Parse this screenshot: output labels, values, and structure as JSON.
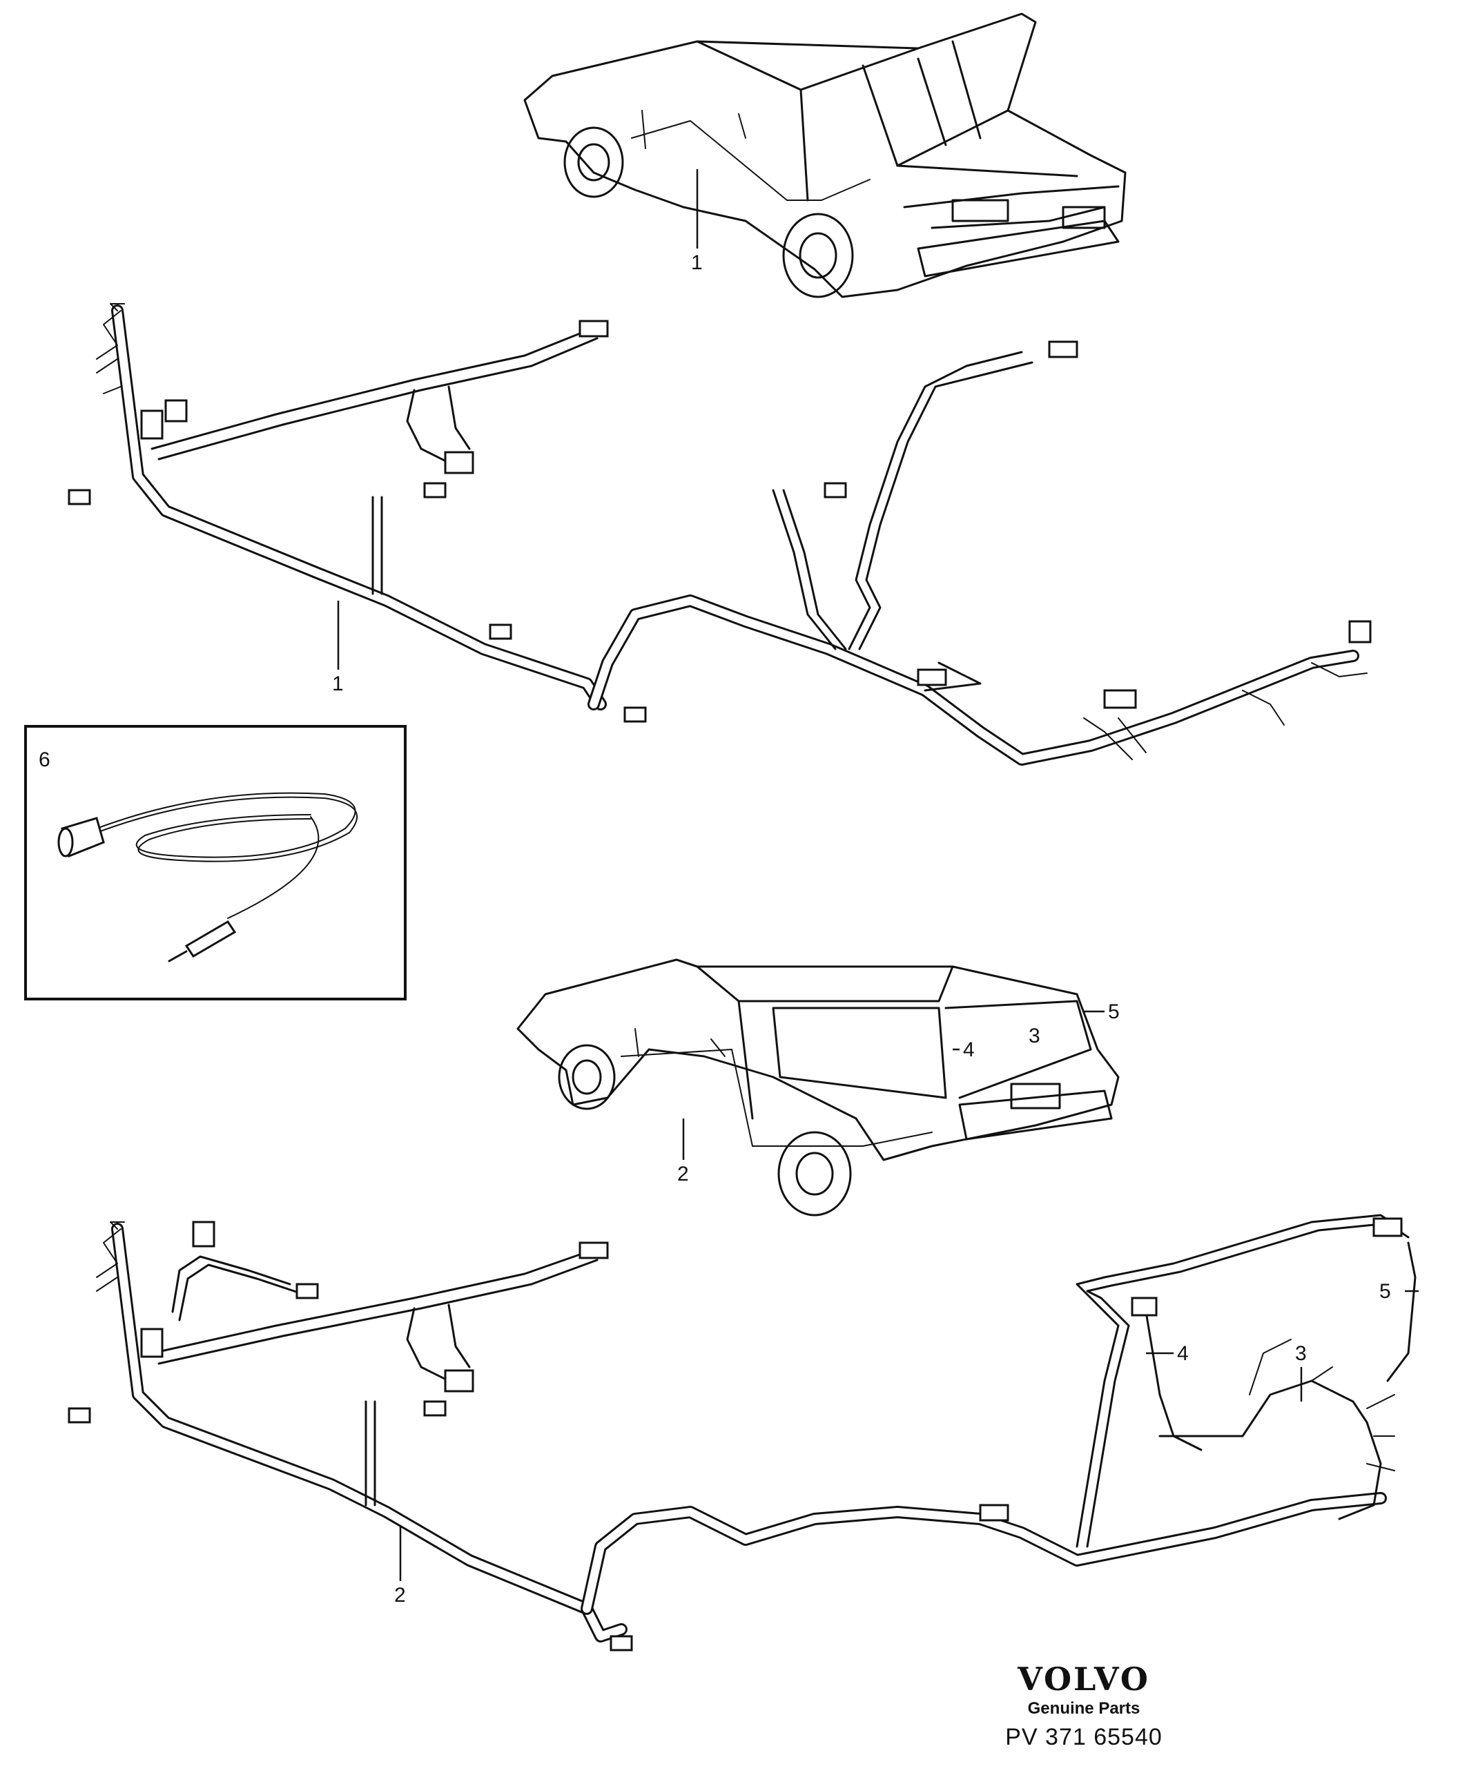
{
  "callouts": {
    "sedan_top": "1",
    "harness_upper": "1",
    "inset": "6",
    "wagon_harness_main": "2",
    "wagon_4": "4",
    "wagon_3": "3",
    "wagon_5": "5",
    "harness_lower": "2",
    "lower_4": "4",
    "lower_3": "3",
    "lower_5": "5"
  },
  "brand": {
    "logo": "VOLVO",
    "subtitle": "Genuine Parts",
    "code": "PV 371 65540"
  }
}
